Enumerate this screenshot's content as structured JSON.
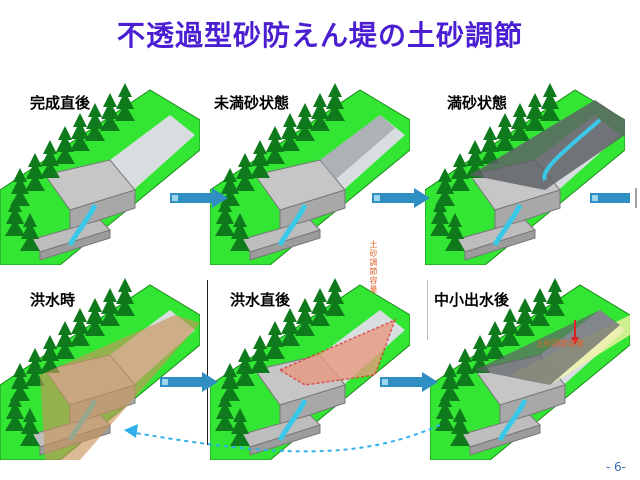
{
  "title": "不透過型砂防えん堤の土砂調節",
  "page_number": "- 6-",
  "panels": [
    {
      "label": "完成直後"
    },
    {
      "label": "未満砂状態"
    },
    {
      "label": "満砂状態"
    },
    {
      "label": "洪水時"
    },
    {
      "label": "洪水直後"
    },
    {
      "label": "中小出水後"
    }
  ],
  "annotations": {
    "vertical_note": "土砂調節容量",
    "horizontal_note": "土砂調節容量"
  },
  "colors": {
    "title": "#4b1fd1",
    "slope_green": "#33e633",
    "tree_green": "#0f7a1c",
    "dam_gray": "#b8b8b8",
    "water": "#39c8e8",
    "flow_arrow": "#2f8fc2",
    "return_arrow": "#2fb0e8",
    "flood_sediment": "#c8955a",
    "adjust_fill": "#e89a80",
    "annotation": "#e0642a"
  }
}
